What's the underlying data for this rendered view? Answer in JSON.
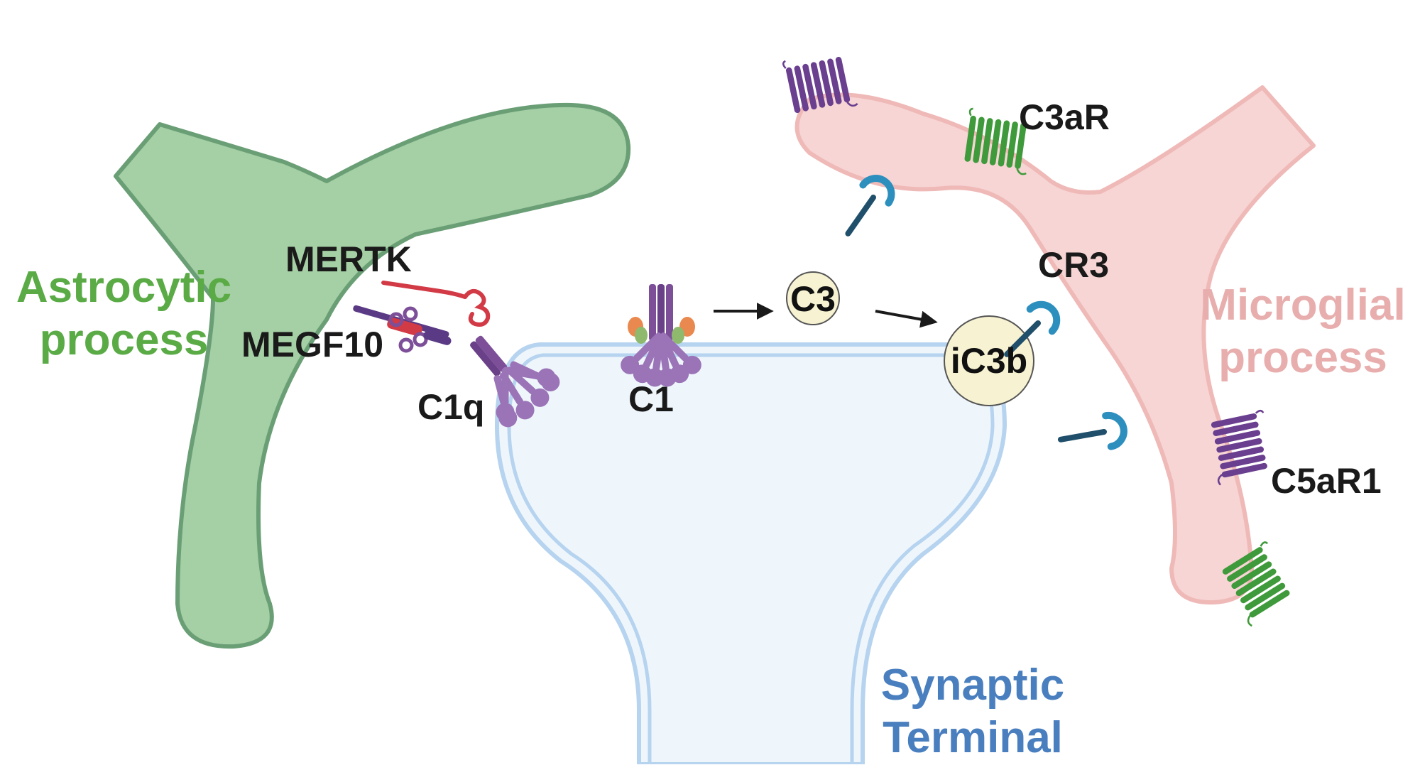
{
  "colors": {
    "astrocyte_fill": "#a5cfa4",
    "astrocyte_stroke": "#6a9f76",
    "astrocyte_label": "#5aab46",
    "microglia_fill": "#f6d5d4",
    "microglia_stroke": "#efb9b7",
    "microglia_label": "#e8aeae",
    "synapse_fill": "#eef6fc",
    "synapse_stroke": "#b6d3ef",
    "synapse_label": "#4a7fbf",
    "purple": "#7c4f98",
    "green_receptor": "#3f9a3b",
    "red_receptor": "#d23a45",
    "receptor_blue": "#2d8fbe",
    "receptor_stalk": "#1f4f6b",
    "complement_circle": "#f7f3d2"
  },
  "regions": {
    "astrocyte": {
      "line1": "Astrocytic",
      "line2": "process"
    },
    "microglia": {
      "line1": "Microglial",
      "line2": "process"
    },
    "synapse": {
      "line1": "Synaptic",
      "line2": "Terminal"
    }
  },
  "labels": {
    "mertk": "MERTK",
    "megf10": "MEGF10",
    "c1q": "C1q",
    "c1": "C1",
    "c3": "C3",
    "ic3b": "iC3b",
    "c3ar": "C3aR",
    "cr3": "CR3",
    "c5ar1": "C5aR1"
  },
  "icons": [
    "gpcr-receptor-icon",
    "cr3-receptor-icon",
    "c1q-complex-icon",
    "c1-complex-icon",
    "arrow-icon"
  ]
}
